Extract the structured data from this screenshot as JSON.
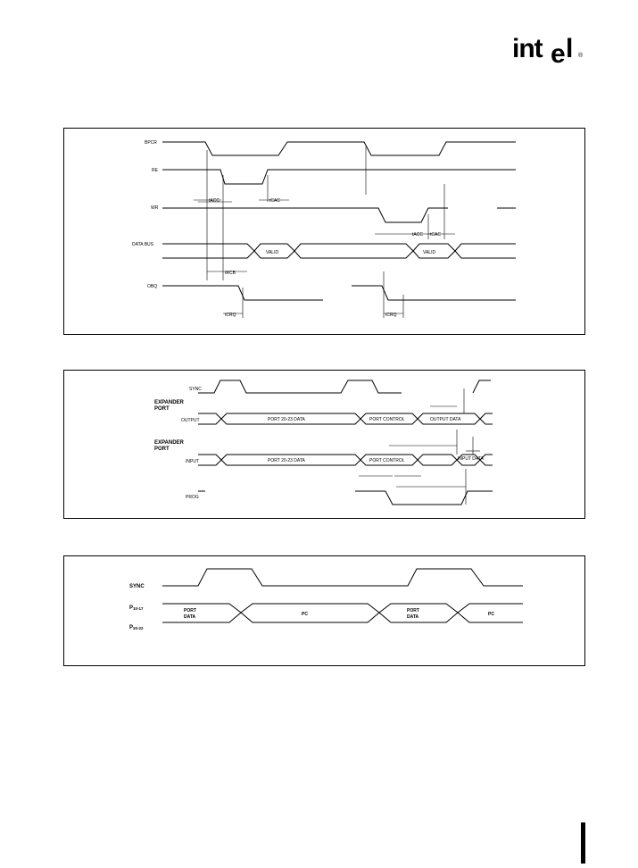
{
  "brand": {
    "logo_text": "intel",
    "registered": "®"
  },
  "figure1": {
    "signals": [
      "BPCR",
      "RE",
      "WR",
      "DATA BUS",
      "OBQ"
    ],
    "bus_labels": {
      "valid1": "VALID",
      "valid2": "VALID"
    },
    "timing_labels": {
      "tacc": "tACC",
      "tcac1": "tCAC",
      "tcac2": "tCAC",
      "tacc2": "tACC",
      "tcrq1": "tCRQ",
      "tcrq2": "tCRQ",
      "trcb": "tRCB"
    }
  },
  "figure2": {
    "signals": {
      "sync": "SYNC",
      "expander_port_out": "EXPANDER\nPORT",
      "output": "OUTPUT",
      "expander_port_in": "EXPANDER\nPORT",
      "input": "INPUT",
      "prog": "PROG"
    },
    "bus_labels": {
      "out_data": "PORT 20-23 DATA",
      "out_ctrl": "PORT CONTROL",
      "out_data2": "OUTPUT DATA",
      "in_data": "PORT 20-23 DATA",
      "in_ctrl": "PORT CONTROL",
      "in_data2": "INPUT DATA"
    }
  },
  "figure3": {
    "signals": {
      "sync": "SYNC",
      "p1": "P10-17",
      "p2": "P20-22"
    },
    "bus_labels": {
      "port_data1": "PORT\nDATA",
      "pc1": "PC",
      "port_data2": "PORT\nDATA",
      "pc2": "PC"
    }
  }
}
